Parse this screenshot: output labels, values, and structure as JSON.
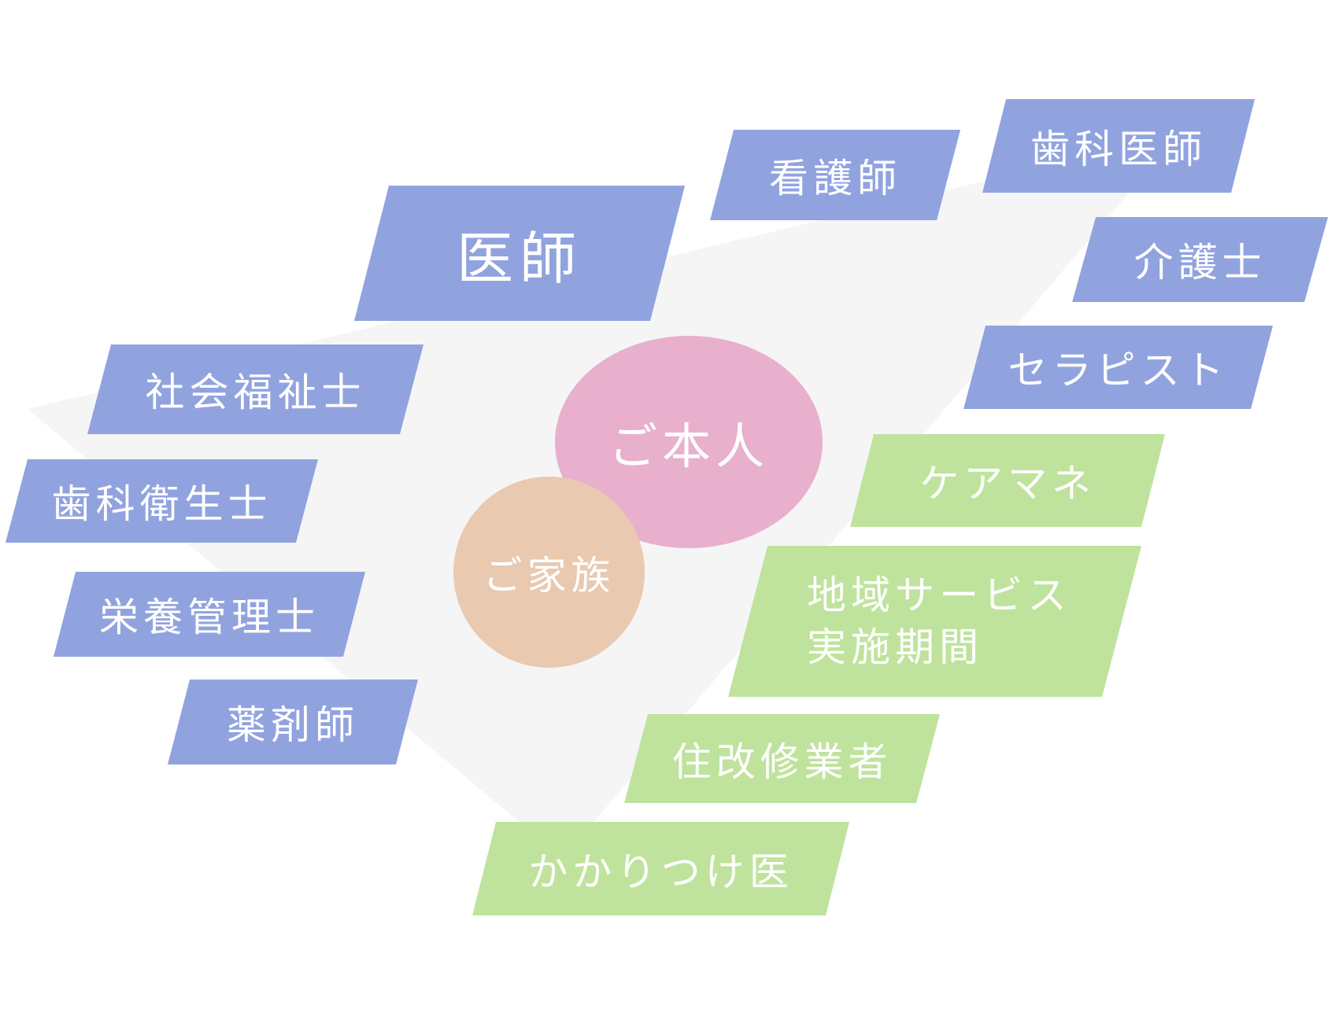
{
  "center": {
    "person": "ご本人",
    "family": "ご家族"
  },
  "professionals": {
    "doctor": "医師",
    "nurse": "看護師",
    "dentist": "歯科医師",
    "care_worker": "介護士",
    "therapist": "セラピスト",
    "social_worker": "社会福祉士",
    "dental_hygienist": "歯科衛生士",
    "dietitian": "栄養管理士",
    "pharmacist": "薬剤師"
  },
  "services": {
    "care_manager": "ケアマネ",
    "regional_service_line1": "地域サービス",
    "regional_service_line2": "実施期間",
    "renovation": "住改修業者",
    "family_doctor": "かかりつけ医"
  },
  "colors": {
    "professional": "#91a3df",
    "service": "#bfe39d",
    "person": "#e8b0cc",
    "family": "#e9c9b0",
    "backdrop": "#f5f5f5"
  }
}
